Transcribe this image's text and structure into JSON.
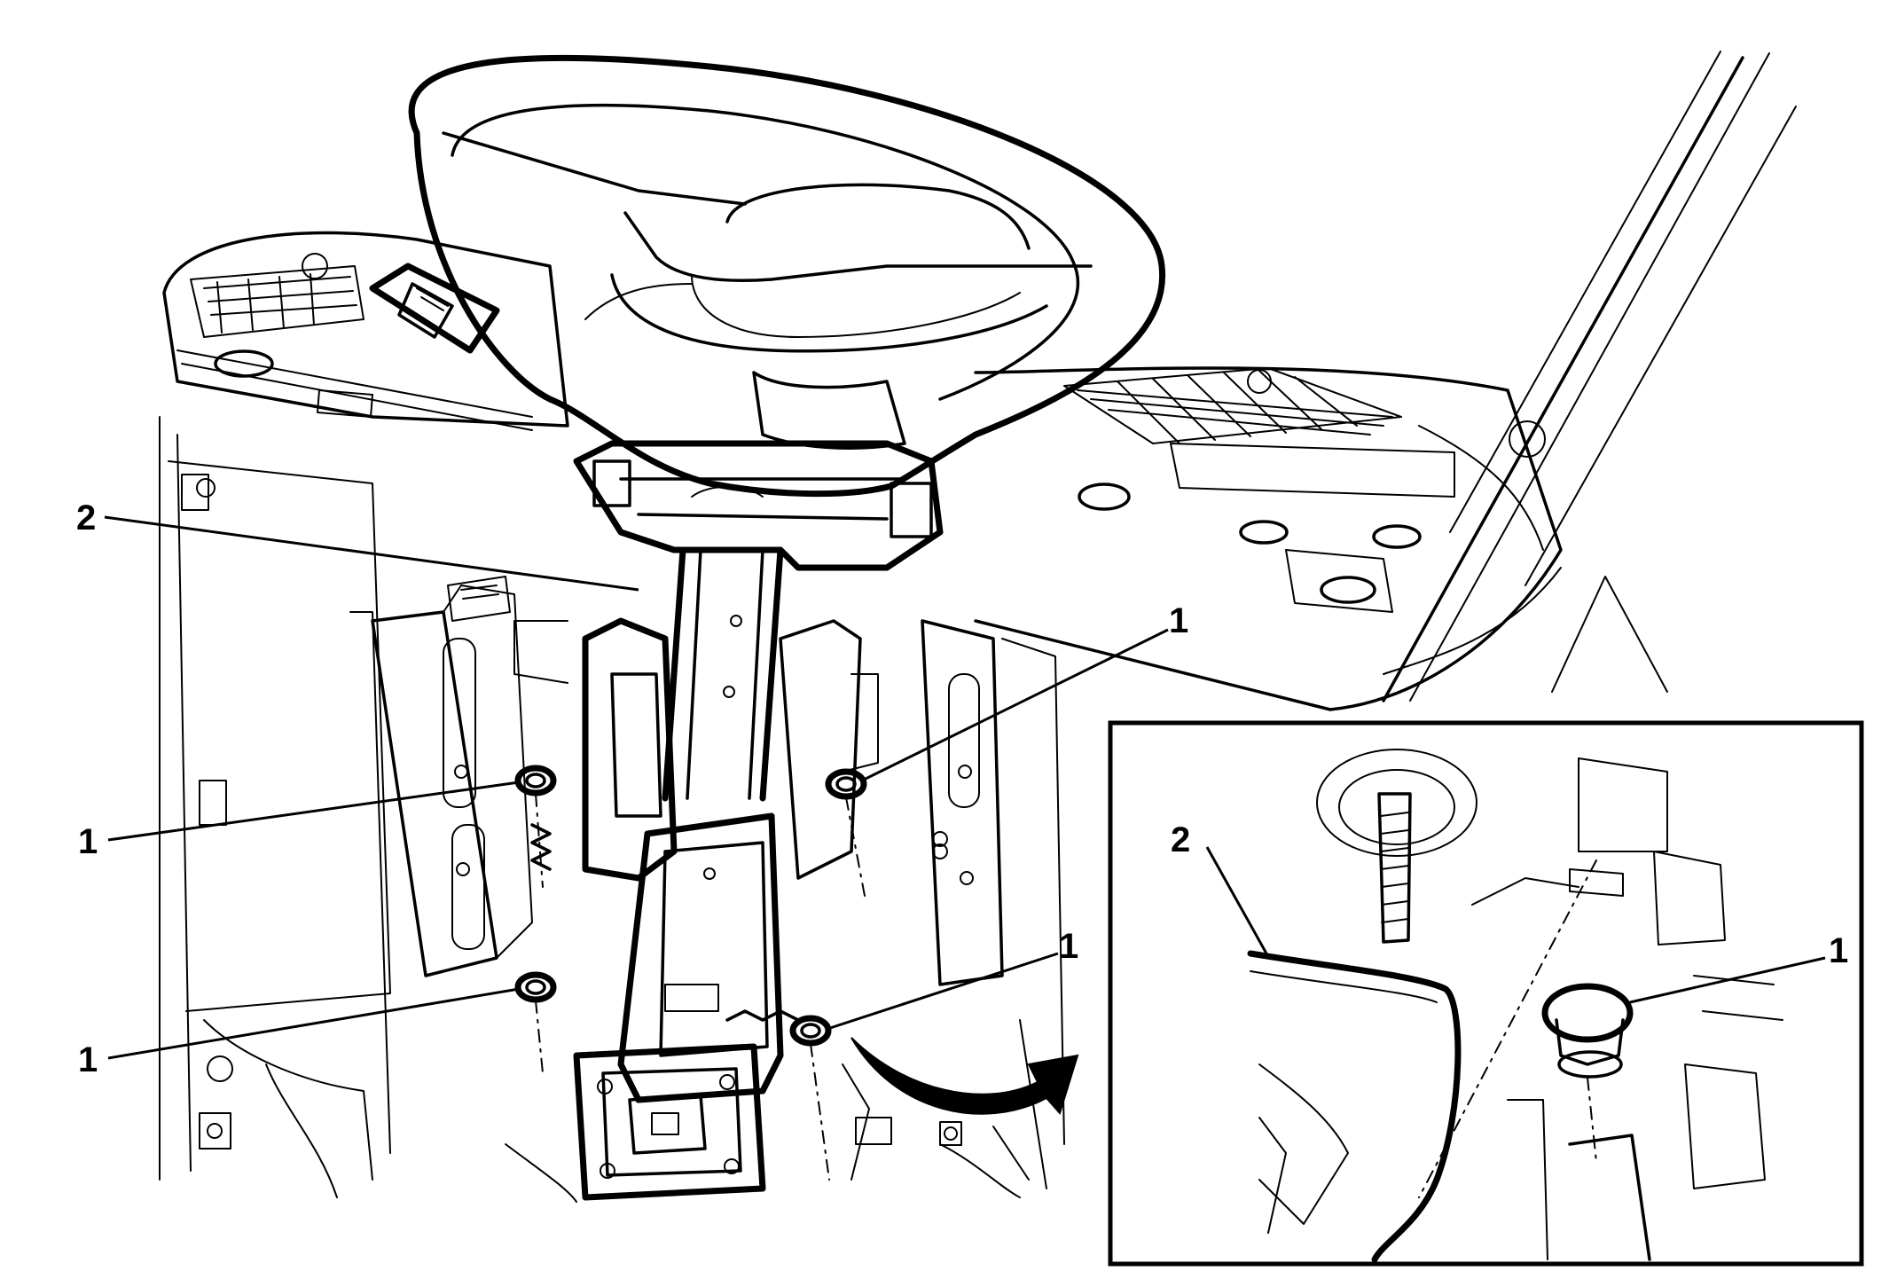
{
  "figure": {
    "callouts": {
      "c1a": "1",
      "c1b": "1",
      "c1c": "1",
      "c1d": "1",
      "c2": "2",
      "inset_c1": "1",
      "inset_c2": "2"
    },
    "colors": {
      "ink": "#000000",
      "paper": "#ffffff"
    }
  }
}
